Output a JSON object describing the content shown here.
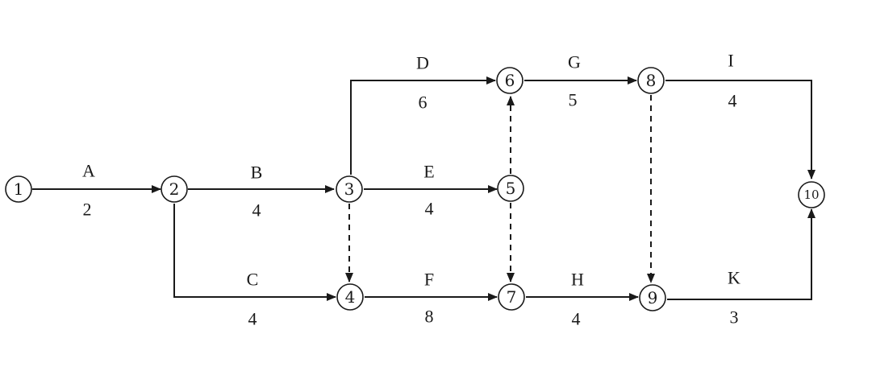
{
  "nodes": [
    {
      "id": "1",
      "label": "1"
    },
    {
      "id": "2",
      "label": "2"
    },
    {
      "id": "3",
      "label": "3"
    },
    {
      "id": "4",
      "label": "4"
    },
    {
      "id": "5",
      "label": "5"
    },
    {
      "id": "6",
      "label": "6"
    },
    {
      "id": "7",
      "label": "7"
    },
    {
      "id": "8",
      "label": "8"
    },
    {
      "id": "9",
      "label": "9"
    },
    {
      "id": "10",
      "label": "10"
    }
  ],
  "activities": [
    {
      "name": "A",
      "duration": "2",
      "from": "1",
      "to": "2"
    },
    {
      "name": "B",
      "duration": "4",
      "from": "2",
      "to": "3"
    },
    {
      "name": "C",
      "duration": "4",
      "from": "2",
      "to": "4"
    },
    {
      "name": "D",
      "duration": "6",
      "from": "3",
      "to": "6"
    },
    {
      "name": "E",
      "duration": "4",
      "from": "3",
      "to": "5"
    },
    {
      "name": "F",
      "duration": "8",
      "from": "4",
      "to": "7"
    },
    {
      "name": "G",
      "duration": "5",
      "from": "6",
      "to": "8"
    },
    {
      "name": "H",
      "duration": "4",
      "from": "7",
      "to": "9"
    },
    {
      "name": "I",
      "duration": "4",
      "from": "8",
      "to": "10"
    },
    {
      "name": "K",
      "duration": "3",
      "from": "9",
      "to": "10"
    }
  ],
  "dummy_activities": [
    {
      "from": "3",
      "to": "4"
    },
    {
      "from": "5",
      "to": "6"
    },
    {
      "from": "5",
      "to": "7"
    },
    {
      "from": "8",
      "to": "9"
    }
  ]
}
